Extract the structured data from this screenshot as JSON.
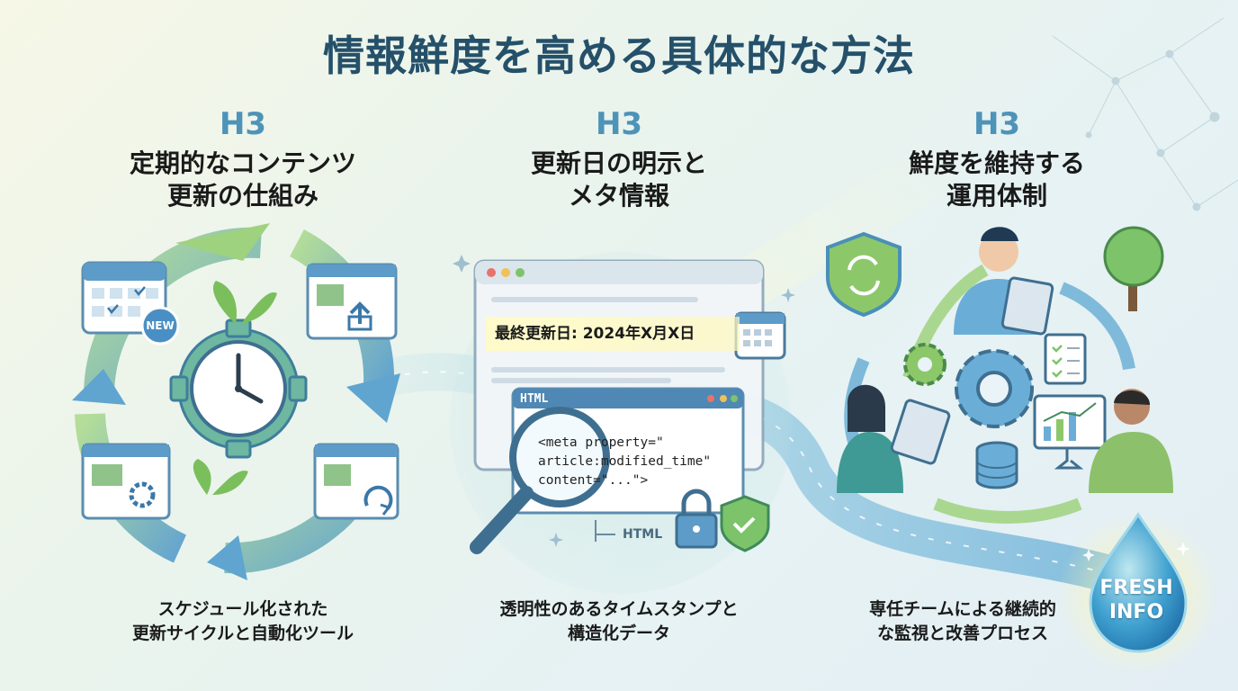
{
  "title": "情報鮮度を高める具体的な方法",
  "columns": [
    {
      "tag": "H3",
      "title": "定期的なコンテンツ\n更新の仕組み",
      "caption": "スケジュール化された\n更新サイクルと自動化ツール",
      "badge": "NEW"
    },
    {
      "tag": "H3",
      "title": "更新日の明示と\nメタ情報",
      "caption": "透明性のあるタイムスタンプと\n構造化データ",
      "timestamp": "最終更新日: 2024年X月X日",
      "code_window_label": "HTML",
      "code": "<meta property=\"\narticle:modified_time\"\ncontent=\"...\">",
      "html_label": "HTML"
    },
    {
      "tag": "H3",
      "title": "鮮度を維持する\n運用体制",
      "caption": "専任チームによる継続的\nな監視と改善プロセス",
      "drop_label": "FRESH\nINFO"
    }
  ],
  "icons": [
    "calendar-icon",
    "clock-gear-icon",
    "sprout-icon",
    "upload-doc-icon",
    "refresh-doc-icon",
    "settings-doc-icon",
    "browser-window-icon",
    "magnifier-icon",
    "lock-icon",
    "shield-check-icon",
    "shield-refresh-icon",
    "tree-icon",
    "person-tablet-icon",
    "gear-icon",
    "database-icon",
    "checklist-icon",
    "analytics-monitor-icon",
    "water-drop-icon"
  ],
  "colors": {
    "title": "#25506a",
    "accent_blue": "#4e93b8",
    "accent_green": "#8cc86a"
  }
}
